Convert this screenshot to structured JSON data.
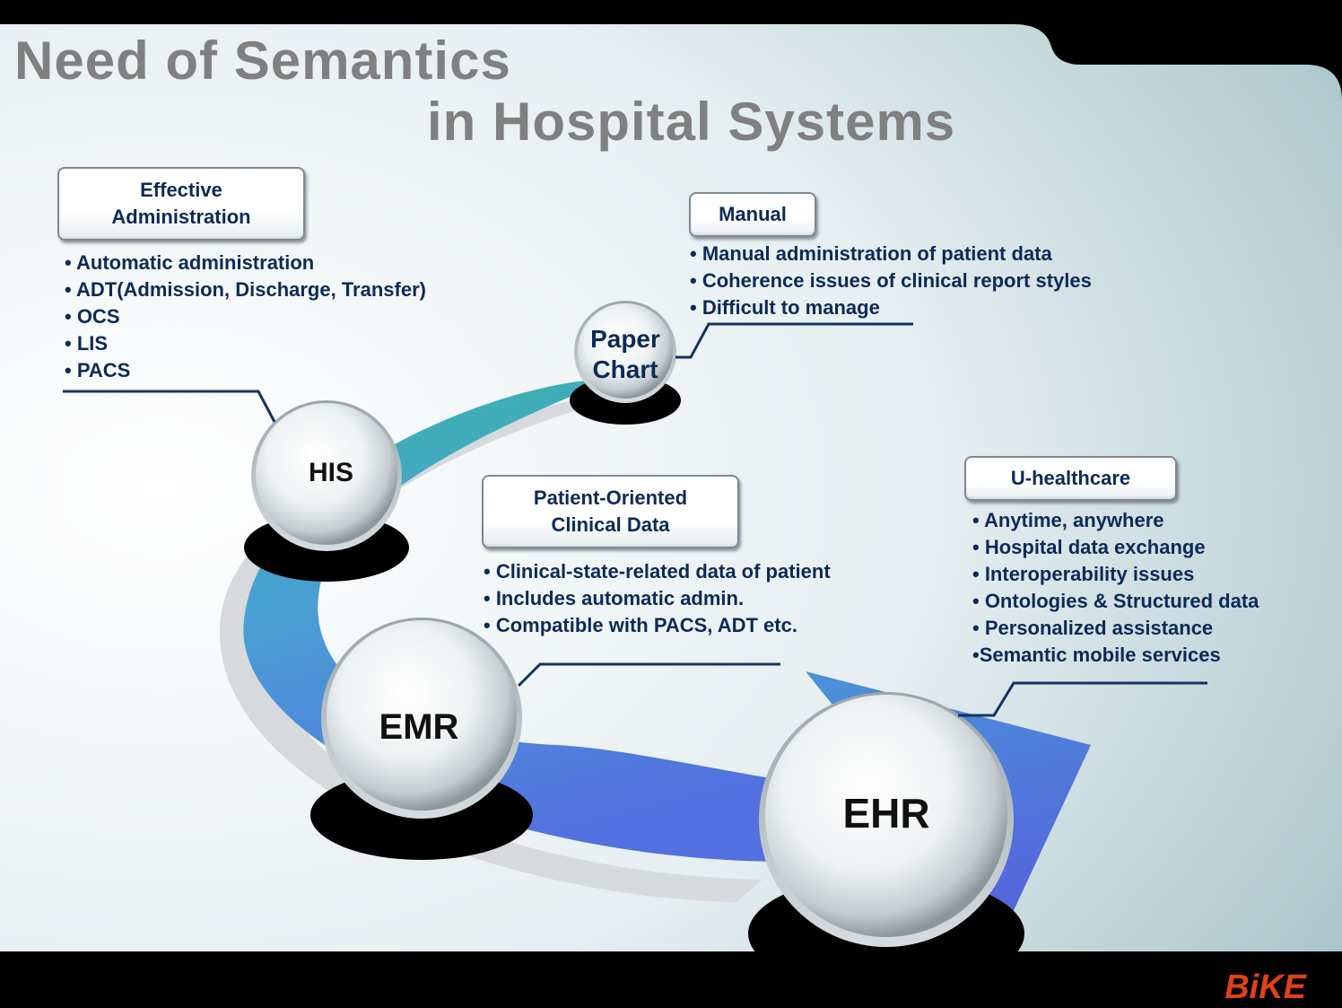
{
  "title": {
    "line1": "Need of Semantics",
    "line2": "in Hospital Systems"
  },
  "nodes": {
    "paper_chart": {
      "label_line1": "Paper",
      "label_line2": "Chart"
    },
    "his": {
      "label": "HIS"
    },
    "emr": {
      "label": "EMR"
    },
    "ehr": {
      "label": "EHR"
    }
  },
  "boxes": {
    "effective_admin": {
      "line1": "Effective",
      "line2": "Administration"
    },
    "manual": {
      "line1": "Manual"
    },
    "patient_oriented": {
      "line1": "Patient-Oriented",
      "line2": "Clinical Data"
    },
    "u_healthcare": {
      "line1": "U-healthcare"
    }
  },
  "bullets": {
    "effective_admin": [
      "• Automatic administration",
      "• ADT(Admission, Discharge, Transfer)",
      "• OCS",
      "• LIS",
      "• PACS"
    ],
    "manual": [
      "• Manual administration of patient data",
      "• Coherence issues of clinical report styles",
      "• Difficult to manage"
    ],
    "patient_oriented": [
      "• Clinical-state-related data of patient",
      "• Includes automatic admin.",
      "• Compatible with PACS, ADT etc."
    ],
    "u_healthcare": [
      "• Anytime, anywhere",
      "• Hospital data exchange",
      "• Interoperability issues",
      "• Ontologies & Structured data",
      "• Personalized assistance",
      "•Semantic mobile services"
    ]
  },
  "logo": "BiKE",
  "colors": {
    "title": "#808080",
    "text": "#0d2a57",
    "logo": "#e0401a",
    "arrow_teal": "#3fb1ac",
    "arrow_blue": "#4f7fdc"
  }
}
